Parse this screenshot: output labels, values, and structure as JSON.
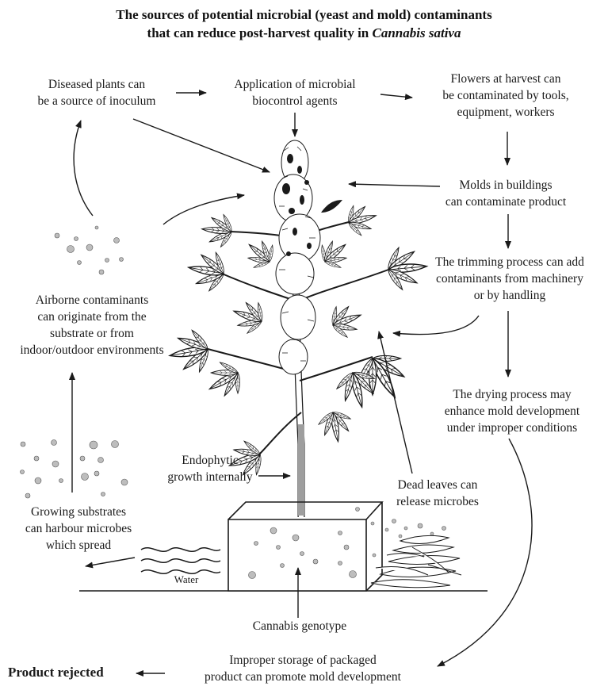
{
  "title": {
    "line1": "The sources of potential microbial (yeast and mold) contaminants",
    "line2_prefix": "that can reduce post-harvest quality in ",
    "line2_italic": "Cannabis sativa"
  },
  "labels": {
    "diseased": [
      "Diseased plants can",
      "be a source of inoculum"
    ],
    "biocontrol": [
      "Application of microbial",
      "biocontrol agents"
    ],
    "flowers": [
      "Flowers at harvest can",
      "be contaminated by tools,",
      "equipment, workers"
    ],
    "molds_buildings": [
      "Molds in buildings",
      "can contaminate product"
    ],
    "trimming": [
      "The trimming process can add",
      "contaminants from machinery",
      "or by handling"
    ],
    "airborne": [
      "Airborne contaminants",
      "can originate from the",
      "substrate or from",
      "indoor/outdoor environments"
    ],
    "drying": [
      "The drying process may",
      "enhance mold development",
      "under improper conditions"
    ],
    "endophytic": [
      "Endophytic",
      "growth internally"
    ],
    "dead_leaves": [
      "Dead leaves can",
      "release microbes"
    ],
    "substrates": [
      "Growing substrates",
      "can harbour microbes",
      "which spread"
    ],
    "water": "Water",
    "genotype": "Cannabis genotype",
    "storage": [
      "Improper storage of packaged",
      "product can promote mold development"
    ],
    "rejected": "Product rejected"
  },
  "colors": {
    "ink": "#1a1a1a",
    "dot_fill": "#bdbdbd",
    "leaf_fill": "#ffffff",
    "stem_shade": "#9e9e9e"
  }
}
